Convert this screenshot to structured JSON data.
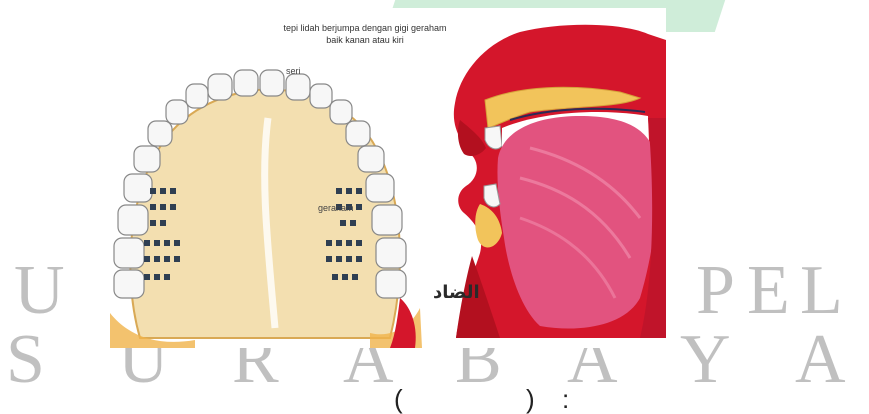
{
  "figure": {
    "caption_line1": "tepi lidah berjumpa dengan gigi geraham",
    "caption_line2": "baik kanan atau kiri",
    "label_gigi": "seri",
    "label_geraham": "geraham",
    "arabic_letter": "الضاد"
  },
  "watermark": {
    "row1": [
      "U",
      "P",
      "E",
      "L"
    ],
    "row2": [
      "S",
      "U",
      "R",
      "A",
      "B",
      "A",
      "Y",
      "A"
    ]
  },
  "footer": {
    "paren_open": "(",
    "paren_close": ")",
    "mark": ":"
  },
  "colors": {
    "red": "#d4162b",
    "pink": "#e2537f",
    "cream": "#f3dfb0",
    "yellow": "#f2c45b",
    "tooth": "#f7f7f7",
    "watermark_green": "#bfe7cc"
  }
}
